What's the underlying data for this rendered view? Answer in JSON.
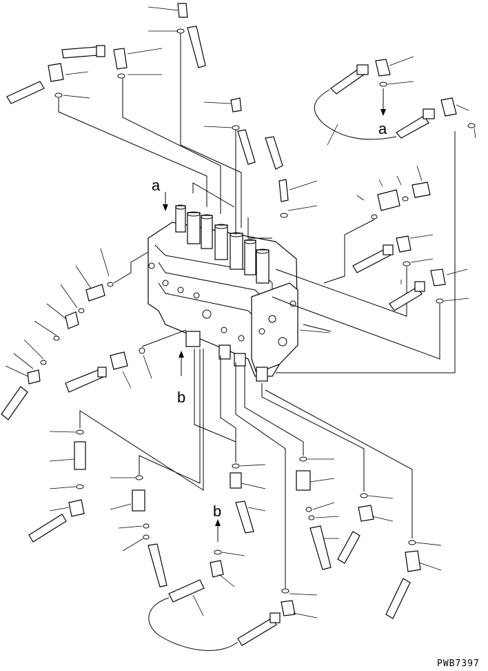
{
  "diagram": {
    "code": "PWB7397",
    "labels": {
      "a_top": "a",
      "a_right": "a",
      "b_center": "b",
      "b_bottom": "b"
    }
  }
}
